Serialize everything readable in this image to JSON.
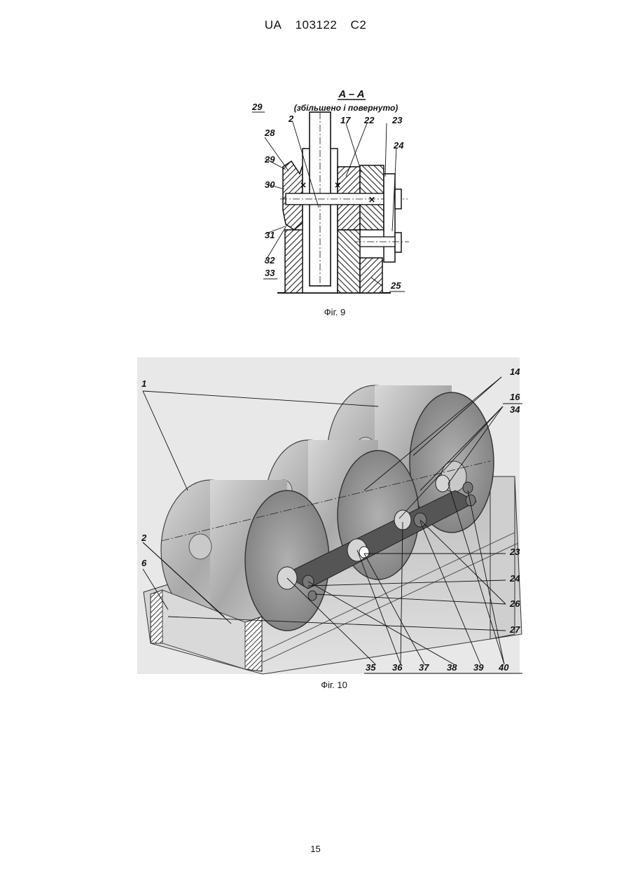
{
  "header": {
    "office": "UA",
    "number": "103122",
    "kind": "C2"
  },
  "figure9": {
    "section_title": "A – A",
    "section_note": "(збільшено і повернуто)",
    "caption": "Фіг. 9",
    "labels": {
      "l29a": "29",
      "l2": "2",
      "l17": "17",
      "l22": "22",
      "l23": "23",
      "l24": "24",
      "l28": "28",
      "l29": "29",
      "l30": "30",
      "l31": "31",
      "l32": "32",
      "l33": "33",
      "l25": "25"
    }
  },
  "figure10": {
    "caption": "Фіг. 10",
    "labels": {
      "l1": "1",
      "l14": "14",
      "l16": "16",
      "l34": "34",
      "l2": "2",
      "l6": "6",
      "l23": "23",
      "l24": "24",
      "l26": "26",
      "l27": "27",
      "l35": "35",
      "l36": "36",
      "l37": "37",
      "l38": "38",
      "l39": "39",
      "l40": "40"
    }
  },
  "page_number": "15"
}
